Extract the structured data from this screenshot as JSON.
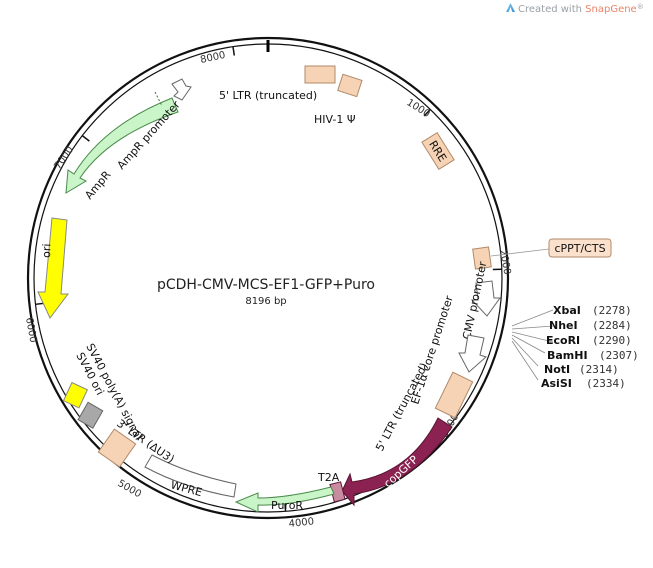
{
  "watermark": {
    "prefix": "Created with ",
    "brand": "SnapGene",
    "reg": "®",
    "brand_color": "#e8846a"
  },
  "plasmid": {
    "name": "pCDH-CMV-MCS-EF1-GFP+Puro",
    "size": "8196 bp"
  },
  "ticks": [
    "1000",
    "2000",
    "3000",
    "4000",
    "5000",
    "6000",
    "7000",
    "8000"
  ],
  "features": {
    "ltr5_trunc": "5' LTR (truncated)",
    "hiv_psi": "HIV-1 Ψ",
    "rre": "RRE",
    "cppt": "cPPT/CTS",
    "cmv": "CMV promoter",
    "ef1a": "EF-1α core promoter",
    "ltr5_trunc_2": "5' LTR (truncated)",
    "copgfp": "copGFP",
    "t2a": "T2A",
    "puror": "PuroR",
    "wpre": "WPRE",
    "ltr3": "3' LTR (ΔU3)",
    "sv40_polya": "SV40 poly(A) signal",
    "sv40_ori": "SV40 ori",
    "ori": "ori",
    "ampr": "AmpR",
    "ampr_promoter": "AmpR promoter"
  },
  "sites": [
    {
      "name": "XbaI",
      "pos": "(2278)"
    },
    {
      "name": "NheI",
      "pos": "(2284)"
    },
    {
      "name": "EcoRI",
      "pos": "(2290)"
    },
    {
      "name": "BamHI",
      "pos": "(2307)"
    },
    {
      "name": "NotI",
      "pos": "(2314)"
    },
    {
      "name": "AsiSI",
      "pos": "(2334)"
    }
  ],
  "colors": {
    "ltr": "#f6d3b4",
    "ltr_stroke": "#b08a6a",
    "amp": "#c9f5c9",
    "copgfp": "#8b2252",
    "t2a": "#c88ba0",
    "ori": "#ffff00",
    "sv40ori": "#a8a8a8",
    "cppt_box": "#fbe0cc"
  }
}
